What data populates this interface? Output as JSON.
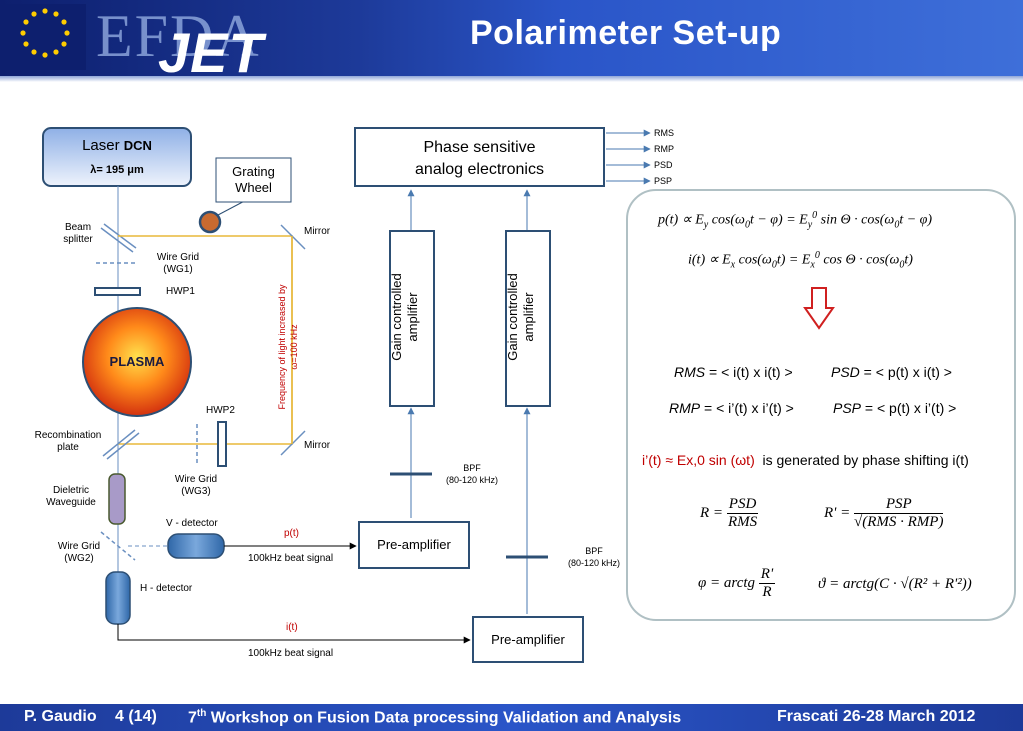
{
  "header": {
    "title": "Polarimeter Set-up",
    "logo_efda": "EFDA",
    "logo_jet": "JET"
  },
  "setup": {
    "laser_title": "Laser",
    "laser_dcn": "DCN",
    "laser_wavelength": "λ= 195 μm",
    "grating_wheel": [
      "Grating",
      "Wheel"
    ],
    "beam_splitter": [
      "Beam",
      "splitter"
    ],
    "wire_grid_wg1": [
      "Wire Grid",
      "(WG1)"
    ],
    "hwp1": "HWP1",
    "plasma": "PLASMA",
    "hwp2": "HWP2",
    "recombination_plate": [
      "Recombination",
      "plate"
    ],
    "wire_grid_wg3": [
      "Wire Grid",
      "(WG3)"
    ],
    "dielectric_waveguide": [
      "Dieletric",
      "Waveguide"
    ],
    "v_detector": "V - detector",
    "wire_grid_wg2": [
      "Wire Grid",
      "(WG2)"
    ],
    "h_detector": "H - detector",
    "mirror_top": "Mirror",
    "mirror_bottom": "Mirror",
    "frequency_note": [
      "Frequency of light increased by",
      "ω=100 kHz"
    ],
    "p_signal": "p(t)",
    "p_beat": "100kHz beat signal",
    "i_signal": "i(t)",
    "i_beat": "100kHz beat signal"
  },
  "electronics": {
    "phase_sensitive": [
      "Phase sensitive",
      "analog electronics"
    ],
    "outputs": [
      "RMS",
      "RMP",
      "PSD",
      "PSP"
    ],
    "gain_amp": [
      "Gain controlled",
      "amplifier"
    ],
    "bpf_left": [
      "BPF",
      "(80-120  kHz)"
    ],
    "bpf_right": [
      "BPF",
      "(80-120  kHz)"
    ],
    "preamp_top": "Pre-amplifier",
    "preamp_bottom": "Pre-amplifier"
  },
  "formulas": {
    "rms_label": "RMS",
    "rms_def": " = < i(t) x i(t) >",
    "psd_label": "PSD",
    "psd_def": " = < p(t) x i(t) >",
    "rmp_label": "RMP",
    "rmp_def": " = < i’(t) x i’(t) >",
    "psp_label": "PSP",
    "psp_def": " = < p(t) x i’(t) >",
    "iprime_red": "i’(t) ≈ Ex,0 sin (ωt)",
    "iprime_rest": "is generated by phase shifting i(t)"
  },
  "footer": {
    "author": "P. Gaudio",
    "page": "4 (14)",
    "workshop_num": "7",
    "workshop_sup": "th",
    "workshop": " Workshop on Fusion Data processing Validation and Analysis",
    "venue": "Frascati 26-28 March 2012"
  },
  "colors": {
    "header_blue": "#1d3a99",
    "box_border": "#2d4f74",
    "beam_line": "#e8b83a",
    "note_red": "#c00000",
    "laser_fill": "#a8c4ee"
  }
}
